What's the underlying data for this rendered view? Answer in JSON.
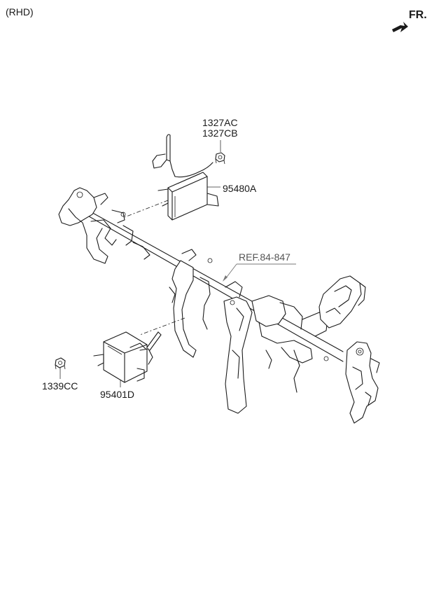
{
  "header": {
    "variant_label": "(RHD)",
    "direction_label": "FR."
  },
  "callouts": {
    "nut_top_line1": "1327AC",
    "nut_top_line2": "1327CB",
    "unit_top": "95480A",
    "reference": "REF.84-847",
    "nut_bottom": "1339CC",
    "unit_bottom": "95401D"
  },
  "icons": {
    "direction_arrow": "front-direction-arrow-icon"
  },
  "colors": {
    "line": "#1a1a1a",
    "reference": "#555555",
    "background": "#ffffff"
  }
}
